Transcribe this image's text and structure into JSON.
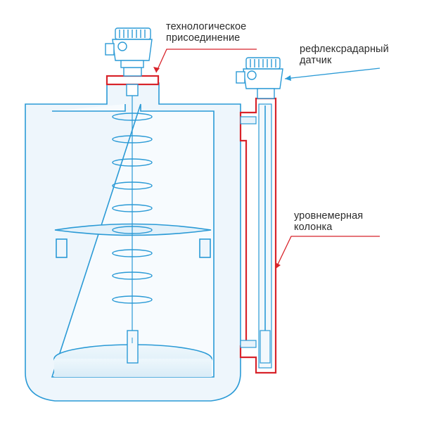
{
  "labels": {
    "process_connection": [
      "технологическое",
      "присоединение"
    ],
    "reflex_radar_sensor": [
      "рефлексрадарный",
      "датчик"
    ],
    "level_column": [
      "уровнемерная",
      "колонка"
    ]
  },
  "colors": {
    "outline": "#2a9ad6",
    "fill": "#e7f3fb",
    "highlight": "#d8232a",
    "text": "#2b2b2b"
  },
  "icons": [
    "sensor-head-icon"
  ]
}
